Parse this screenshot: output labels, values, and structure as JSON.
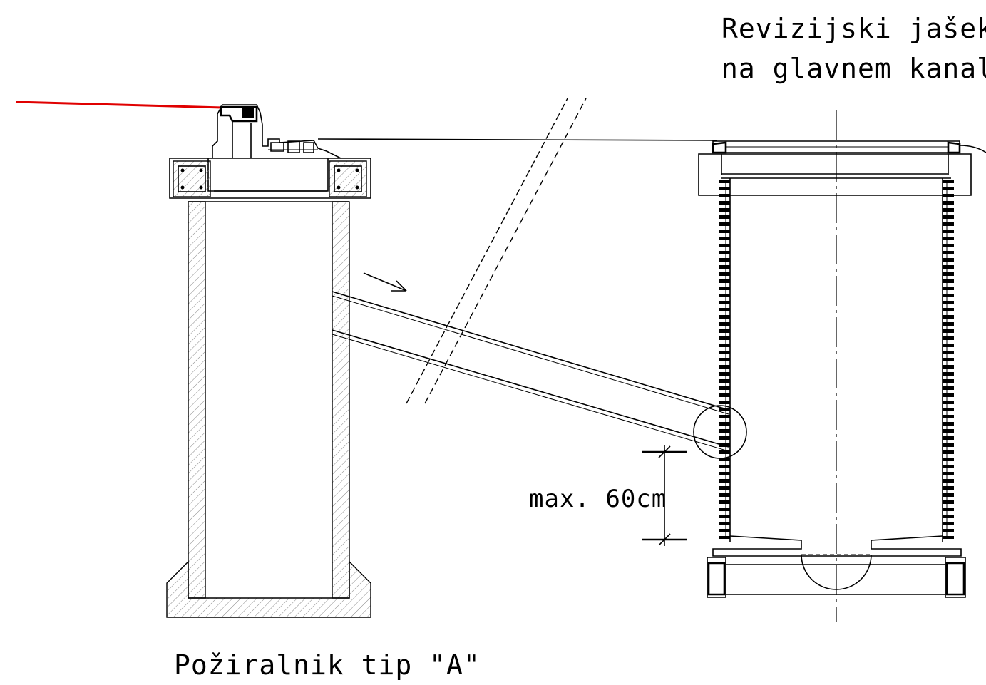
{
  "labels": {
    "shaft_line1": "Revizijski jašek",
    "shaft_line2": "na glavnem kanalu",
    "inlet": "Požiralnik tip \"A\"",
    "dimension": "max. 60cm"
  },
  "colors": {
    "lines": "#000000",
    "surface_level": "#e00000",
    "background": "#ffffff"
  }
}
